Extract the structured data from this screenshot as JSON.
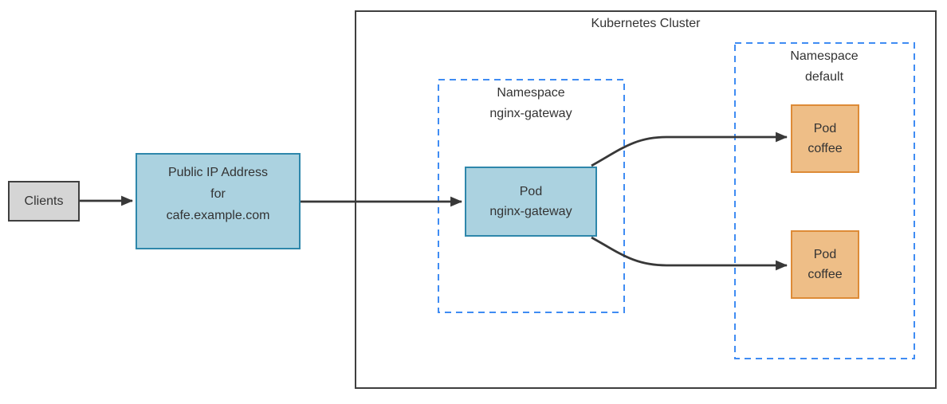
{
  "diagram_title": "Kubernetes Cluster",
  "colors": {
    "blue_fill": "#abd2e0",
    "blue_border": "#2e87ab",
    "orange_fill": "#eebe87",
    "orange_border": "#dd8b37",
    "gray_fill": "#d5d5d5",
    "dark_border": "#3f3f3f",
    "dashed_border": "#3f8cf3",
    "arrow": "#383838",
    "text": "#333333",
    "background": "#ffffff"
  },
  "nodes": {
    "clients": {
      "label": "Clients",
      "type": "external"
    },
    "public_ip": {
      "label": "Public IP Address\nfor\ncafe.example.com",
      "type": "endpoint"
    },
    "cluster": {
      "label": "Kubernetes Cluster",
      "type": "container"
    },
    "namespace_gateway": {
      "label": "Namespace\nnginx-gateway",
      "type": "namespace"
    },
    "pod_gateway": {
      "label": "Pod\nnginx-gateway",
      "type": "pod"
    },
    "namespace_default": {
      "label": "Namespace\ndefault",
      "type": "namespace"
    },
    "pod_coffee_top": {
      "label": "Pod\ncoffee",
      "type": "pod"
    },
    "pod_coffee_bottom": {
      "label": "Pod\ncoffee",
      "type": "pod"
    }
  },
  "edges": [
    {
      "from": "clients",
      "to": "public_ip"
    },
    {
      "from": "public_ip",
      "to": "pod_gateway"
    },
    {
      "from": "pod_gateway",
      "to": "pod_coffee_top"
    },
    {
      "from": "pod_gateway",
      "to": "pod_coffee_bottom"
    }
  ]
}
